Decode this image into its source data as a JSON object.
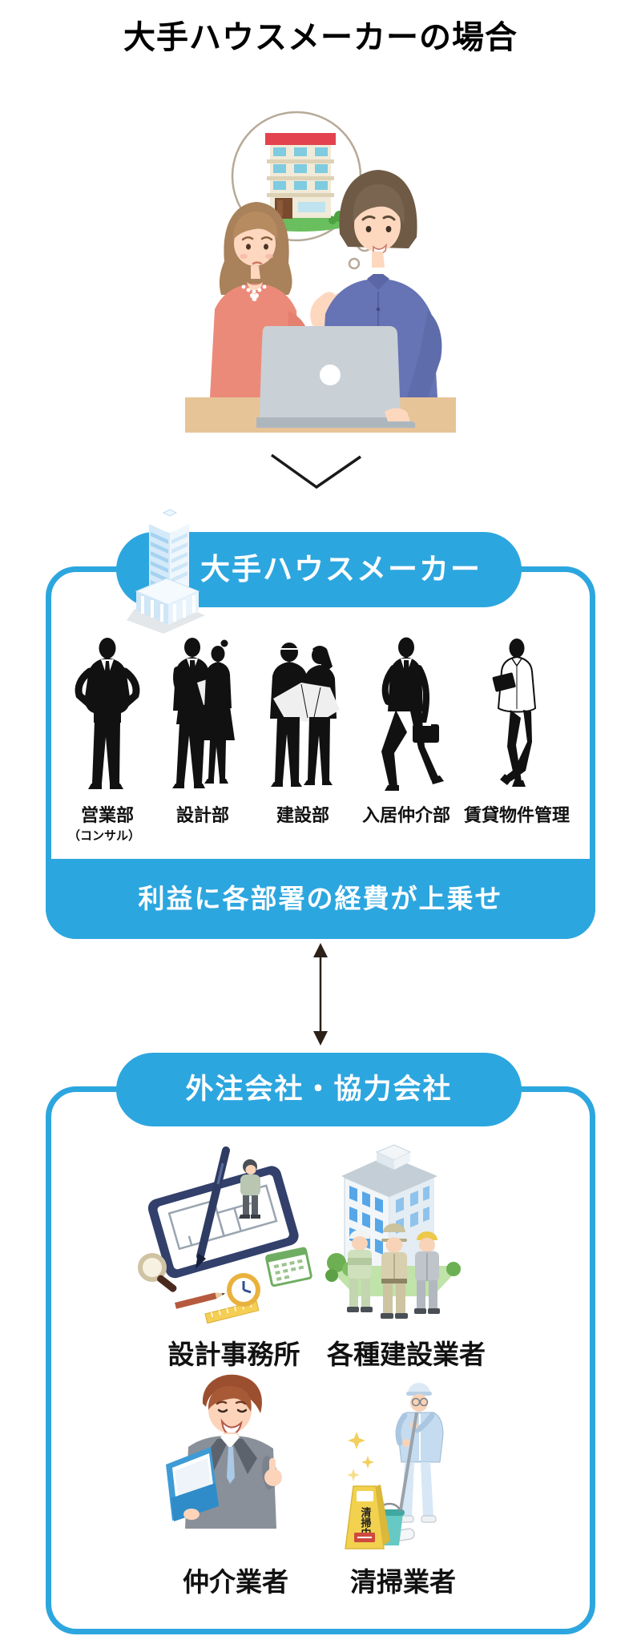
{
  "page_title": "大手ハウスメーカーの場合",
  "colors": {
    "accent_blue": "#2CA6DF",
    "title_text": "#000000",
    "pill_text": "#FFFFFF",
    "silhouette": "#111111",
    "arrow": "#2B2118"
  },
  "maker_box": {
    "title": "大手ハウスメーカー",
    "departments": [
      {
        "label": "営業部",
        "note": "（コンサル）"
      },
      {
        "label": "設計部"
      },
      {
        "label": "建設部"
      },
      {
        "label": "入居仲介部"
      },
      {
        "label": "賃貸物件管理"
      }
    ],
    "banner": "利益に各部署の経費が上乗せ"
  },
  "partner_box": {
    "title": "外注会社・協力会社",
    "partners": [
      {
        "label": "設計事務所"
      },
      {
        "label": "各種建設業者"
      },
      {
        "label": "仲介業者"
      },
      {
        "label": "清掃業者"
      }
    ]
  },
  "illustrations": {
    "cleaning_sign_text": "清掃中"
  }
}
